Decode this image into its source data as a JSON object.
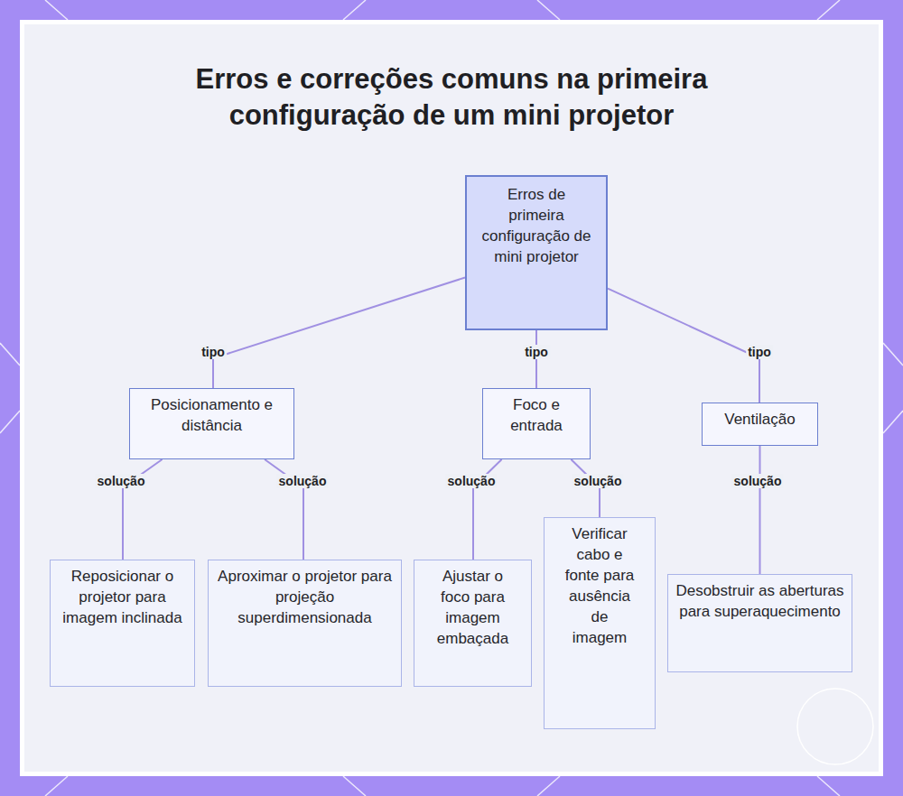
{
  "diagram": {
    "title": "Erros e correções comuns na primeira configuração de um mini projetor",
    "nodes": [
      {
        "text": [
          "Erros de primeira configuração de mini projetor"
        ]
      },
      {
        "text": [
          "Posicionamento e distância"
        ]
      },
      {
        "text": [
          "Foco e entrada"
        ]
      },
      {
        "text": [
          "Ventilação"
        ]
      },
      {
        "text": [
          "Reposicionar o projetor para imagem inclinada"
        ]
      },
      {
        "text": [
          "Aproximar o projetor para projeção superdimensionada"
        ]
      },
      {
        "text": [
          "Ajustar o foco para imagem embaçada"
        ]
      },
      {
        "text": [
          "Verificar cabo e fonte para ausência de imagem"
        ]
      },
      {
        "text": [
          "Desobstruir as aberturas para superaquecimento"
        ]
      }
    ],
    "edges": [
      {
        "from": 0,
        "to": 1,
        "label": "tipo",
        "arrow": "none"
      },
      {
        "from": 0,
        "to": 2,
        "label": "tipo",
        "arrow": "none"
      },
      {
        "from": 0,
        "to": 3,
        "label": "tipo",
        "arrow": "none"
      },
      {
        "from": 1,
        "to": 4,
        "label": "solução",
        "arrow": "none"
      },
      {
        "from": 1,
        "to": 5,
        "label": "solução",
        "arrow": "none"
      },
      {
        "from": 2,
        "to": 6,
        "label": "solução",
        "arrow": "none"
      },
      {
        "from": 2,
        "to": 7,
        "label": "solução",
        "arrow": "none"
      },
      {
        "from": 3,
        "to": 8,
        "label": "solução",
        "arrow": "none"
      }
    ]
  }
}
